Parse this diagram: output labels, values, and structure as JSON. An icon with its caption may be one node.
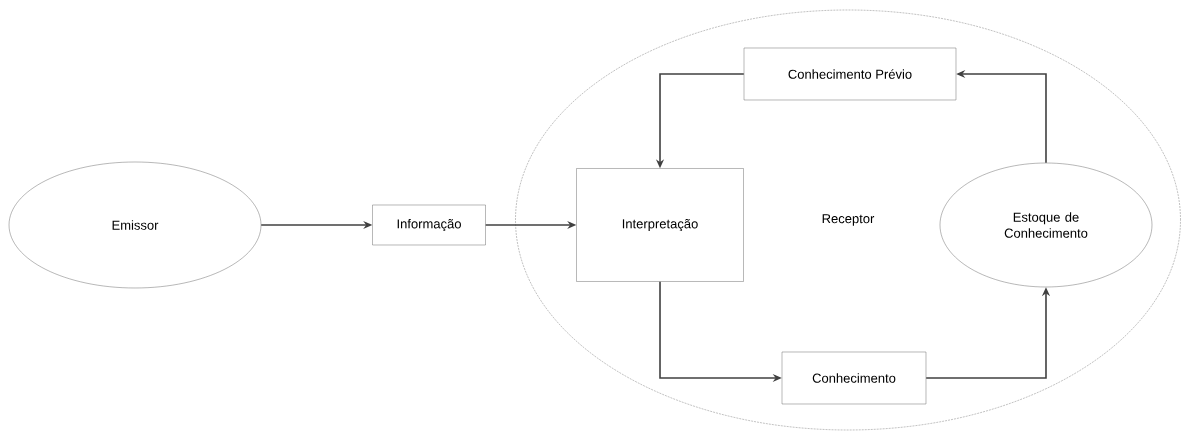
{
  "diagram": {
    "nodes": [
      {
        "text": [
          "Emissor"
        ]
      },
      {
        "text": [
          "Informação"
        ]
      },
      {
        "text": [
          "Receptor"
        ]
      },
      {
        "text": [
          "Conhecimento Prévio"
        ],
        "in": 2
      },
      {
        "text": [
          "Interpretação"
        ],
        "in": 2
      },
      {
        "text": [
          "Estoque de Conhecimento"
        ],
        "in": 2
      },
      {
        "text": [
          "Conhecimento"
        ],
        "in": 2
      }
    ],
    "edges": [
      {
        "from": 0,
        "to": 1,
        "arrow": "to"
      },
      {
        "from": 1,
        "to": 4,
        "arrow": "to"
      },
      {
        "from": 3,
        "to": 4,
        "arrow": "to"
      },
      {
        "from": 4,
        "to": 6,
        "arrow": "to"
      },
      {
        "from": 6,
        "to": 5,
        "arrow": "to"
      },
      {
        "from": 5,
        "to": 3,
        "arrow": "to"
      }
    ]
  }
}
